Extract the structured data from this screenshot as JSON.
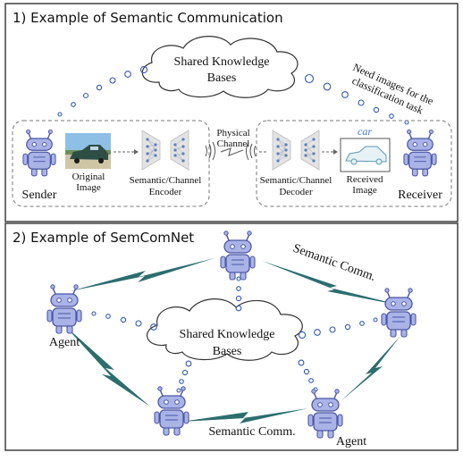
{
  "panel1": {
    "title": "1)  Example of Semantic Communication",
    "kb_line1": "Shared Knowledge",
    "kb_line2": "Bases",
    "need_line1": "Need images for the",
    "need_line2": "classification task",
    "sender": "Sender",
    "original_line1": "Original",
    "original_line2": "Image",
    "encoder_line1": "Semantic/Channel",
    "encoder_line2": "Encoder",
    "physical_line1": "Physical",
    "physical_line2": "Channel",
    "decoder_line1": "Semantic/Channel",
    "decoder_line2": "Decoder",
    "car_label": "car",
    "received_line1": "Received",
    "received_line2": "Image",
    "receiver": "Receiver"
  },
  "panel2": {
    "title": "2)  Example of SemComNet",
    "kb_line1": "Shared Knowledge",
    "kb_line2": "Bases",
    "semantic_top": "Semantic Comm.",
    "semantic_bottom": "Semantic Comm.",
    "agent_left": "Agent",
    "agent_bottom": "Agent"
  },
  "colors": {
    "robot": "#a9b3e6",
    "robot_stroke": "#4b57a6",
    "bolt": "#2b6e6e",
    "dot": "#2f5bb5",
    "accent_text": "#3a78c9"
  }
}
